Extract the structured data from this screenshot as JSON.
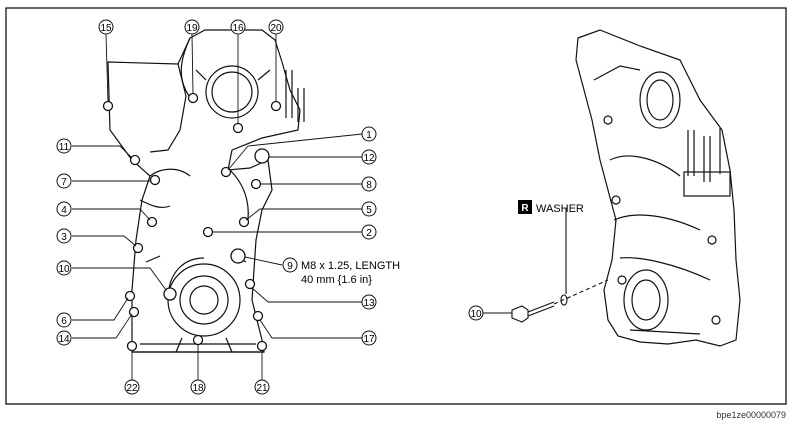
{
  "callouts": [
    "1",
    "2",
    "3",
    "4",
    "5",
    "6",
    "7",
    "8",
    "9",
    "10",
    "11",
    "12",
    "13",
    "14",
    "15",
    "16",
    "17",
    "18",
    "19",
    "20",
    "21",
    "22"
  ],
  "right_callout": "10",
  "spec_line1": "M8 x 1.25, LENGTH",
  "spec_line2": "40 mm {1.6 in}",
  "washer_badge": "R",
  "washer_label": "WASHER",
  "image_code": "bpe1ze00000079"
}
